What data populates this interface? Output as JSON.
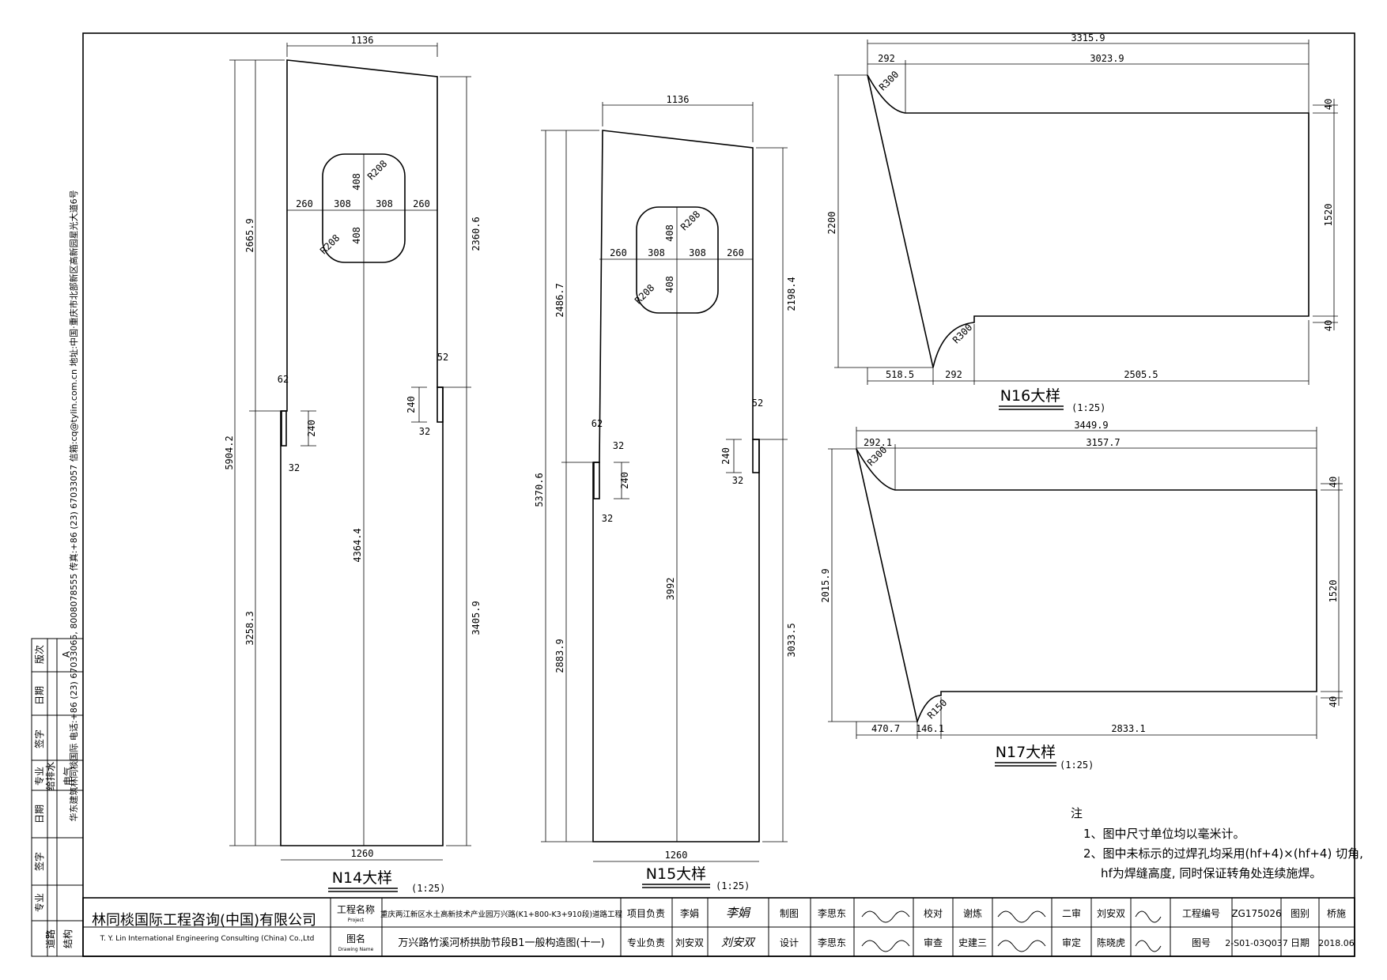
{
  "sidebar": {
    "company_address": "华东建筑林同棪国际 电话:+86 (23) 67033065, 8008078555 传真:+86 (23) 67033057 信箱:cq@tylin.com.cn 地址:中国·重庆市北部新区高新园星光大道6号",
    "revision_label": "版次",
    "revision_value": "A",
    "cells": [
      "日期",
      "签字",
      "专业",
      "给排水",
      "电气",
      "日期",
      "签字",
      "专业",
      "道路",
      "结构"
    ]
  },
  "drawings": {
    "n14": {
      "title": "N14大样",
      "scale": "(1:25)",
      "dims": [
        "1136",
        "1260",
        "5904.2",
        "2665.9",
        "3258.3",
        "4364.4",
        "2360.6",
        "3405.9",
        "R208",
        "R208",
        "408",
        "408",
        "260",
        "308",
        "308",
        "260",
        "62",
        "240",
        "32",
        "52",
        "240",
        "32"
      ]
    },
    "n15": {
      "title": "N15大样",
      "scale": "(1:25)",
      "dims": [
        "1136",
        "1260",
        "5370.6",
        "2486.7",
        "2883.9",
        "3992",
        "2198.4",
        "3033.5",
        "R208",
        "R208",
        "408",
        "408",
        "260",
        "308",
        "308",
        "260",
        "62",
        "32",
        "240",
        "32",
        "52",
        "240",
        "32"
      ]
    },
    "n16": {
      "title": "N16大样",
      "scale": "(1:25)",
      "dims": [
        "3315.9",
        "292",
        "3023.9",
        "2200",
        "R300",
        "R300",
        "40",
        "1520",
        "40",
        "518.5",
        "292",
        "2505.5"
      ]
    },
    "n17": {
      "title": "N17大样",
      "scale": "(1:25)",
      "dims": [
        "3449.9",
        "292.1",
        "3157.7",
        "2015.9",
        "R300",
        "R150",
        "40",
        "1520",
        "40",
        "470.7",
        "146.1",
        "2833.1"
      ]
    }
  },
  "notes": {
    "heading": "注",
    "line1": "1、图中尺寸单位均以毫米计。",
    "line2": "2、图中未标示的过焊孔均采用(hf+4)×(hf+4) 切角,",
    "line3": "hf为焊缝高度, 同时保证转角处连续施焊。"
  },
  "title_block": {
    "company_cn": "林同棪国际工程咨询(中国)有限公司",
    "company_en": "T. Y. Lin International Engineering Consulting (China) Co.,Ltd",
    "project_label": "工程名称",
    "project_label_en": "Project",
    "project_name": "重庆两江新区水土高新技术产业园万兴路(K1+800-K3+910段)道路工程",
    "drawing_label": "图名",
    "drawing_label_en": "Drawing Name",
    "drawing_name": "万兴路竹溪河桥拱肋节段B1一般构造图(十一)",
    "project_lead_label": "项目负责",
    "project_lead": "李娟",
    "project_lead_sig": "李娟",
    "discipline_lead_label": "专业负责",
    "discipline_lead": "刘安双",
    "discipline_lead_sig": "刘安双",
    "drawn_label": "制图",
    "drawn_by": "李思东",
    "design_label": "设计",
    "design_by": "李思东",
    "check_label": "校对",
    "check_by": "谢炼",
    "examine_label": "审查",
    "examine_by": "史建三",
    "review2_label": "二审",
    "review2_by": "刘安双",
    "approve_label": "审定",
    "approve_by": "陈晓虎",
    "project_no_label": "工程编号",
    "project_no": "ZG175026",
    "sort_label": "图别",
    "sort_value": "桥施",
    "drawing_no_label": "图号",
    "drawing_no": "2-S01-03Q037",
    "date_label": "日期",
    "date_value": "2018.06"
  }
}
